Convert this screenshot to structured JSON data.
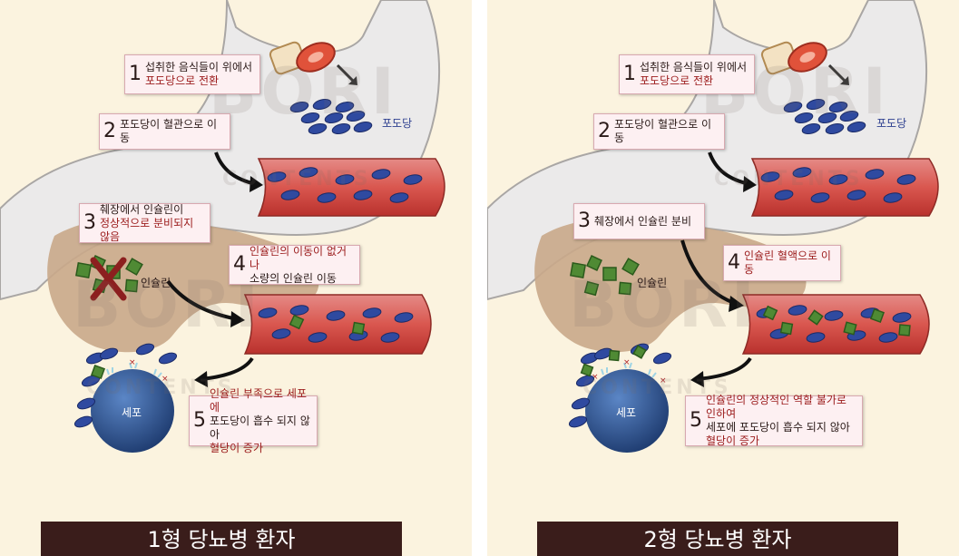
{
  "panels": [
    {
      "title": "1형 당뇨병 환자",
      "steps": [
        {
          "num": "1",
          "line1": "섭취한 음식들이 위에서",
          "line2": "포도당으로 전환"
        },
        {
          "num": "2",
          "line1": "포도당이 혈관으로 이동",
          "line2": ""
        },
        {
          "num": "3",
          "line1": "췌장에서 인슐린이",
          "line2": "정상적으로 분비되지 않음"
        },
        {
          "num": "4",
          "line1": "인슐린의 이동이 없거나",
          "line2": "소량의 인슐린 이동"
        },
        {
          "num": "5",
          "line1": "인슐린 부족으로 세포에",
          "line2": "포도당이 흡수 되지 않아",
          "line3": "혈당이 증가"
        }
      ],
      "glucose_label": "포도당",
      "insulin_label": "인슐린",
      "cell_label": "세포"
    },
    {
      "title": "2형 당뇨병 환자",
      "steps": [
        {
          "num": "1",
          "line1": "섭취한 음식들이 위에서",
          "line2": "포도당으로 전환"
        },
        {
          "num": "2",
          "line1": "포도당이 혈관으로 이동",
          "line2": ""
        },
        {
          "num": "3",
          "line1": "췌장에서 인슐린 분비",
          "line2": ""
        },
        {
          "num": "4",
          "line1": "인슐린 혈액으로 이동",
          "line2": ""
        },
        {
          "num": "5",
          "line1": "인슐린의 정상적인 역할 불가로 인하여",
          "line2": "세포에 포도당이 흡수 되지 않아",
          "line3": "혈당이 증가"
        }
      ],
      "glucose_label": "포도당",
      "insulin_label": "인슐린",
      "cell_label": "세포"
    }
  ],
  "watermark": "BORI",
  "watermark_sub": "CONTENTS",
  "colors": {
    "background": "#fbf3df",
    "stomach": "#ecebeb",
    "pancreas": "#c9a98a",
    "vessel": "#c8413f",
    "glucose": "#2f4aa0",
    "insulin": "#4f8a34",
    "cell": "#2c4f8c",
    "title_bar": "#3a1d1b"
  }
}
